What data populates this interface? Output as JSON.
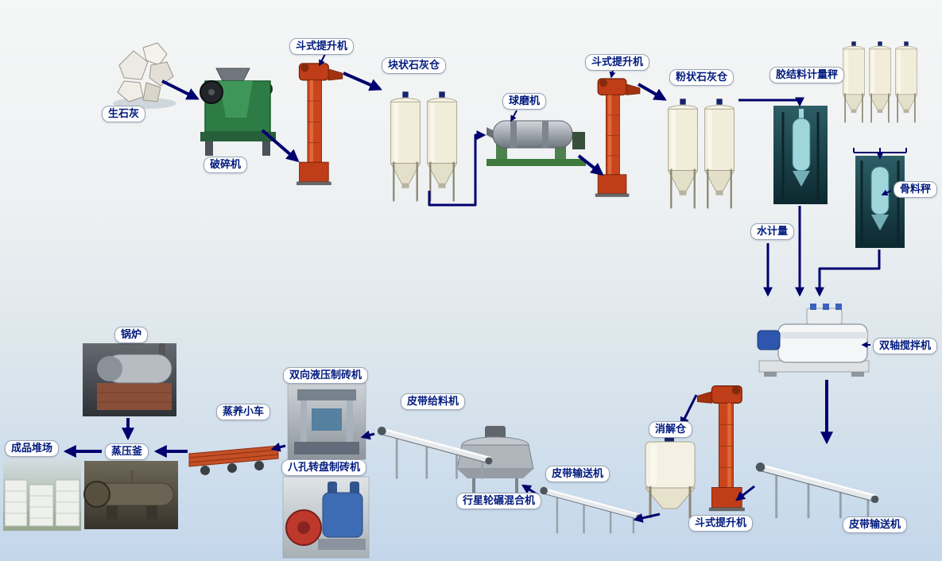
{
  "diagram": {
    "kind": "process-flow",
    "arrow_color": "#00006e",
    "label_text_color": "#001a7e",
    "elevator_color": "#c9461d",
    "silo_color": "#f1edda",
    "background_top": "#f5f6f6",
    "background_bottom": "#c4d6ea"
  },
  "nodes": {
    "quicklime": {
      "label": "生石灰"
    },
    "crusher": {
      "label": "破碎机"
    },
    "bucket_elevator_1": {
      "label": "斗式提升机"
    },
    "lump_lime_silo": {
      "label": "块状石灰仓"
    },
    "ball_mill": {
      "label": "球磨机"
    },
    "bucket_elevator_2": {
      "label": "斗式提升机"
    },
    "powder_lime_silo": {
      "label": "粉状石灰仓"
    },
    "binder_scale": {
      "label": "胶结料计量秤"
    },
    "aggregate_scale": {
      "label": "骨料秤"
    },
    "water_meter": {
      "label": "水计量"
    },
    "twin_shaft_mixer": {
      "label": "双轴搅拌机"
    },
    "belt_conveyor_right": {
      "label": "皮带输送机"
    },
    "bucket_elevator_3": {
      "label": "斗式提升机"
    },
    "digestion_silo": {
      "label": "消解仓"
    },
    "belt_conveyor_mid": {
      "label": "皮带输送机"
    },
    "planetary_mixer": {
      "label": "行星轮碾混合机"
    },
    "belt_feeder": {
      "label": "皮带给料机"
    },
    "hydraulic_brick_machine": {
      "label": "双向液压制砖机"
    },
    "rotary_brick_machine": {
      "label": "八孔转盘制砖机"
    },
    "steam_curing_cart": {
      "label": "蒸养小车"
    },
    "autoclave": {
      "label": "蒸压釜"
    },
    "boiler": {
      "label": "锅炉"
    },
    "product_yard": {
      "label": "成品堆场"
    }
  }
}
